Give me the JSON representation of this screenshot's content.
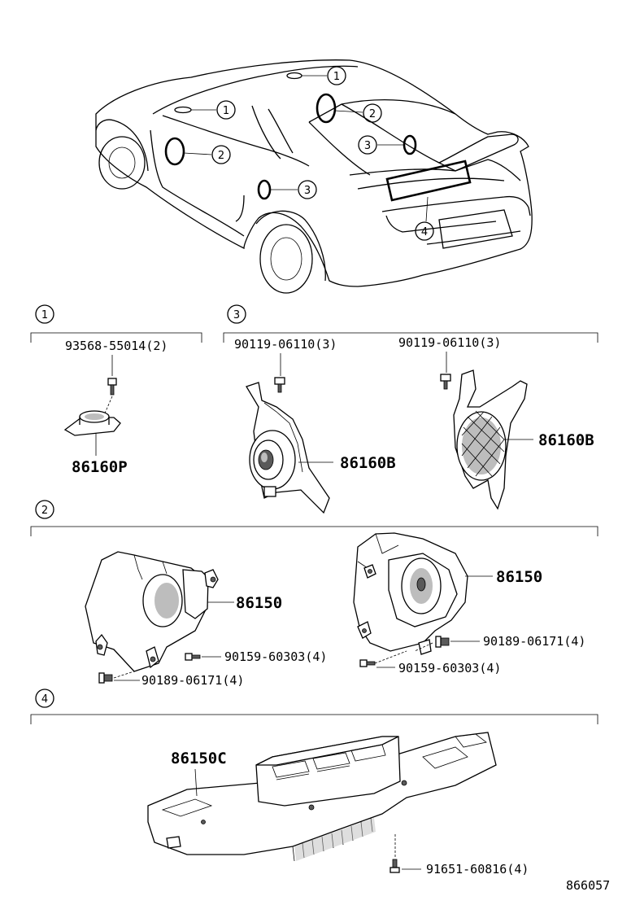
{
  "car_callouts": [
    "1",
    "1",
    "2",
    "2",
    "3",
    "3",
    "4"
  ],
  "sections": {
    "s1": {
      "index": "1",
      "bolt": "93568-55014(2)",
      "part": "86160P"
    },
    "s3": {
      "index": "3",
      "left_screw": "90119-06110(3)",
      "left_part": "86160B",
      "right_screw": "90119-06110(3)",
      "right_part": "86160B"
    },
    "s2": {
      "index": "2",
      "left_part": "86150",
      "left_screw": "90159-60303(4)",
      "left_nut": "90189-06171(4)",
      "right_part": "86150",
      "right_nut": "90189-06171(4)",
      "right_screw": "90159-60303(4)"
    },
    "s4": {
      "index": "4",
      "part": "86150C",
      "screw": "91651-60816(4)"
    }
  },
  "figure_number": "866057"
}
